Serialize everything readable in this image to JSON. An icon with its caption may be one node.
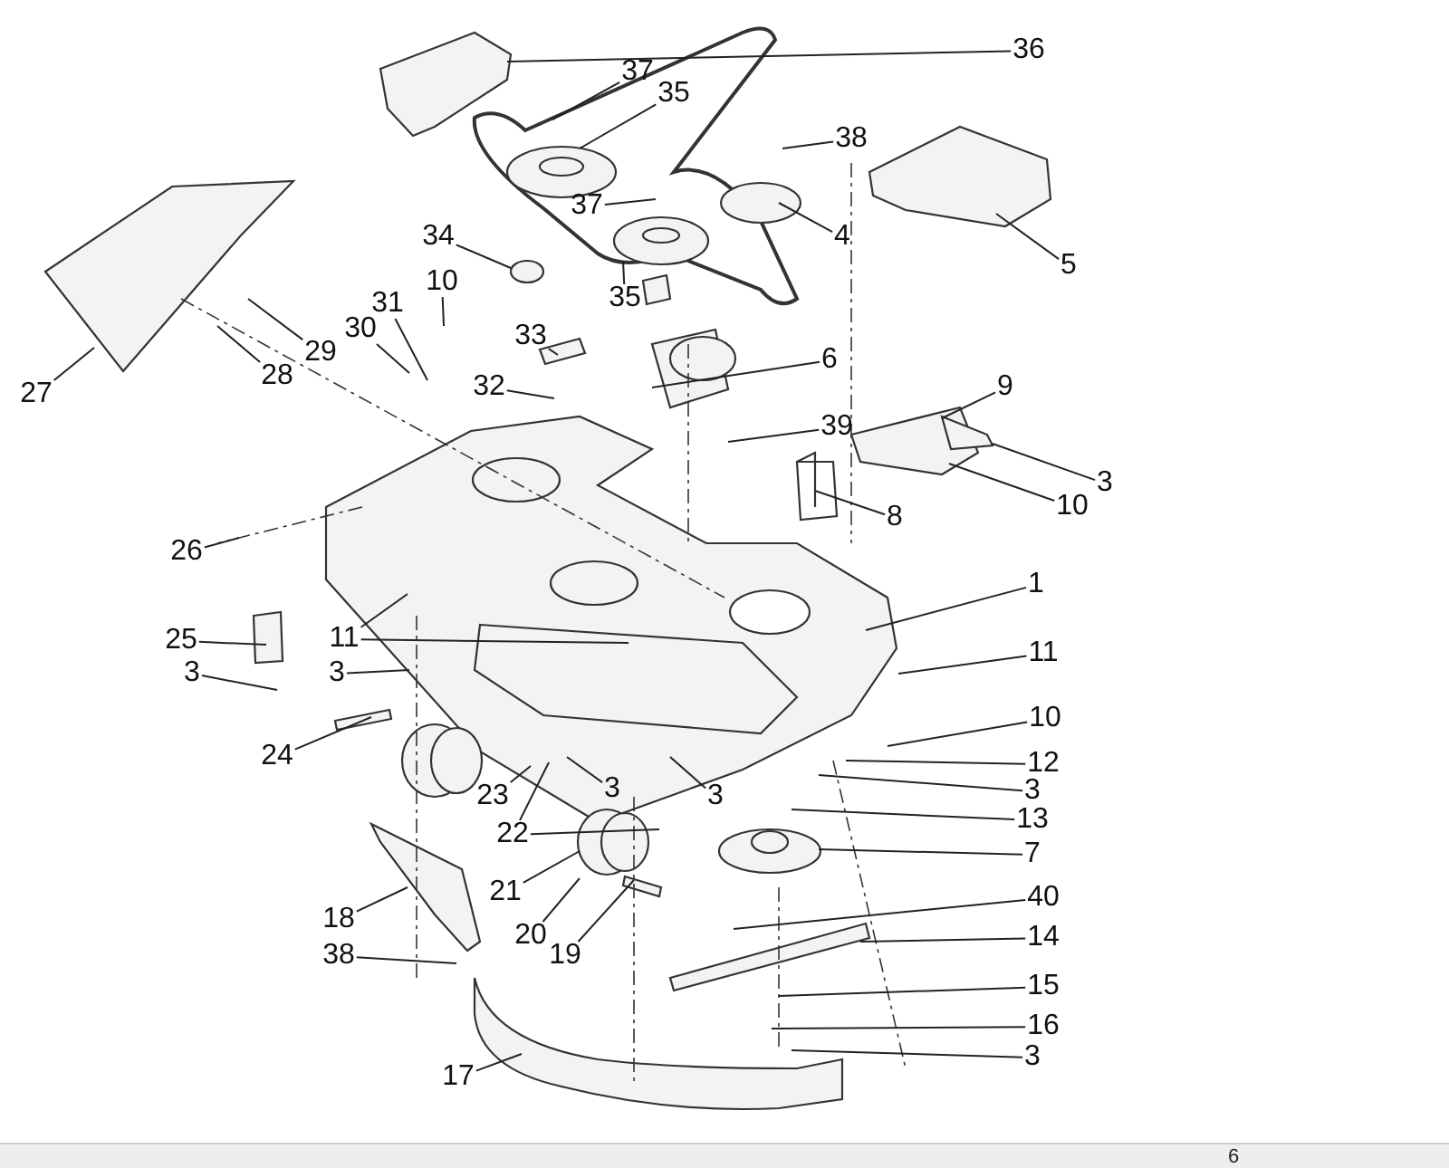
{
  "diagram": {
    "nodes": [
      {
        "text": [
          "36"
        ]
      },
      {
        "text": [
          "37"
        ]
      },
      {
        "text": [
          "35"
        ]
      },
      {
        "text": [
          "38"
        ]
      },
      {
        "text": [
          "37"
        ]
      },
      {
        "text": [
          "4"
        ]
      },
      {
        "text": [
          "5"
        ]
      },
      {
        "text": [
          "34"
        ]
      },
      {
        "text": [
          "35"
        ]
      },
      {
        "text": [
          "10"
        ]
      },
      {
        "text": [
          "31"
        ]
      },
      {
        "text": [
          "30"
        ]
      },
      {
        "text": [
          "33"
        ]
      },
      {
        "text": [
          "32"
        ]
      },
      {
        "text": [
          "29"
        ]
      },
      {
        "text": [
          "28"
        ]
      },
      {
        "text": [
          "27"
        ]
      },
      {
        "text": [
          "6"
        ]
      },
      {
        "text": [
          "9"
        ]
      },
      {
        "text": [
          "39"
        ]
      },
      {
        "text": [
          "3"
        ]
      },
      {
        "text": [
          "10"
        ]
      },
      {
        "text": [
          "8"
        ]
      },
      {
        "text": [
          "26"
        ]
      },
      {
        "text": [
          "1"
        ]
      },
      {
        "text": [
          "25"
        ]
      },
      {
        "text": [
          "11"
        ]
      },
      {
        "text": [
          "3"
        ]
      },
      {
        "text": [
          "3"
        ]
      },
      {
        "text": [
          "11"
        ]
      },
      {
        "text": [
          "24"
        ]
      },
      {
        "text": [
          "10"
        ]
      },
      {
        "text": [
          "12"
        ]
      },
      {
        "text": [
          "3"
        ]
      },
      {
        "text": [
          "13"
        ]
      },
      {
        "text": [
          "23"
        ]
      },
      {
        "text": [
          "3"
        ]
      },
      {
        "text": [
          "3"
        ]
      },
      {
        "text": [
          "22"
        ]
      },
      {
        "text": [
          "7"
        ]
      },
      {
        "text": [
          "21"
        ]
      },
      {
        "text": [
          "20"
        ]
      },
      {
        "text": [
          "19"
        ]
      },
      {
        "text": [
          "40"
        ]
      },
      {
        "text": [
          "18"
        ]
      },
      {
        "text": [
          "14"
        ]
      },
      {
        "text": [
          "38"
        ]
      },
      {
        "text": [
          "15"
        ]
      },
      {
        "text": [
          "16"
        ]
      },
      {
        "text": [
          "3"
        ]
      },
      {
        "text": [
          "17"
        ]
      }
    ],
    "edges": [
      {
        "from": 0,
        "to": null,
        "arrow": "none"
      },
      {
        "from": 1,
        "to": null,
        "arrow": "none"
      },
      {
        "from": 2,
        "to": null,
        "arrow": "none"
      },
      {
        "from": 3,
        "to": null,
        "arrow": "none"
      },
      {
        "from": 4,
        "to": null,
        "arrow": "none"
      },
      {
        "from": 5,
        "to": null,
        "arrow": "none"
      },
      {
        "from": 6,
        "to": null,
        "arrow": "none"
      },
      {
        "from": 7,
        "to": null,
        "arrow": "none"
      },
      {
        "from": 8,
        "to": null,
        "arrow": "none"
      },
      {
        "from": 9,
        "to": null,
        "arrow": "none"
      },
      {
        "from": 10,
        "to": null,
        "arrow": "none"
      },
      {
        "from": 11,
        "to": null,
        "arrow": "none"
      },
      {
        "from": 12,
        "to": null,
        "arrow": "none"
      },
      {
        "from": 13,
        "to": null,
        "arrow": "none"
      },
      {
        "from": 14,
        "to": null,
        "arrow": "none"
      },
      {
        "from": 15,
        "to": null,
        "arrow": "none"
      },
      {
        "from": 16,
        "to": null,
        "arrow": "none"
      },
      {
        "from": 17,
        "to": null,
        "arrow": "none"
      },
      {
        "from": 18,
        "to": null,
        "arrow": "none"
      },
      {
        "from": 19,
        "to": null,
        "arrow": "none"
      },
      {
        "from": 20,
        "to": null,
        "arrow": "none"
      },
      {
        "from": 21,
        "to": null,
        "arrow": "none"
      },
      {
        "from": 22,
        "to": null,
        "arrow": "none"
      },
      {
        "from": 23,
        "to": null,
        "arrow": "none"
      },
      {
        "from": 24,
        "to": null,
        "arrow": "none"
      },
      {
        "from": 25,
        "to": null,
        "arrow": "none"
      },
      {
        "from": 26,
        "to": null,
        "arrow": "none"
      },
      {
        "from": 26,
        "to": null,
        "arrow": "none"
      },
      {
        "from": 27,
        "to": null,
        "arrow": "none"
      },
      {
        "from": 28,
        "to": null,
        "arrow": "none"
      },
      {
        "from": 29,
        "to": null,
        "arrow": "none"
      },
      {
        "from": 30,
        "to": null,
        "arrow": "none"
      },
      {
        "from": 31,
        "to": null,
        "arrow": "none"
      },
      {
        "from": 32,
        "to": null,
        "arrow": "none"
      },
      {
        "from": 33,
        "to": null,
        "arrow": "none"
      },
      {
        "from": 34,
        "to": null,
        "arrow": "none"
      },
      {
        "from": 35,
        "to": null,
        "arrow": "none"
      },
      {
        "from": 36,
        "to": null,
        "arrow": "none"
      },
      {
        "from": 37,
        "to": null,
        "arrow": "none"
      },
      {
        "from": 38,
        "to": null,
        "arrow": "none"
      },
      {
        "from": 38,
        "to": null,
        "arrow": "none"
      },
      {
        "from": 39,
        "to": null,
        "arrow": "none"
      },
      {
        "from": 40,
        "to": null,
        "arrow": "none"
      },
      {
        "from": 41,
        "to": null,
        "arrow": "none"
      },
      {
        "from": 42,
        "to": null,
        "arrow": "none"
      },
      {
        "from": 43,
        "to": null,
        "arrow": "none"
      },
      {
        "from": 44,
        "to": null,
        "arrow": "none"
      },
      {
        "from": 45,
        "to": null,
        "arrow": "none"
      },
      {
        "from": 46,
        "to": null,
        "arrow": "none"
      },
      {
        "from": 47,
        "to": null,
        "arrow": "none"
      },
      {
        "from": 48,
        "to": null,
        "arrow": "none"
      },
      {
        "from": 49,
        "to": null,
        "arrow": "none"
      },
      {
        "from": 50,
        "to": null,
        "arrow": "none"
      }
    ],
    "labels": [
      "6"
    ]
  }
}
